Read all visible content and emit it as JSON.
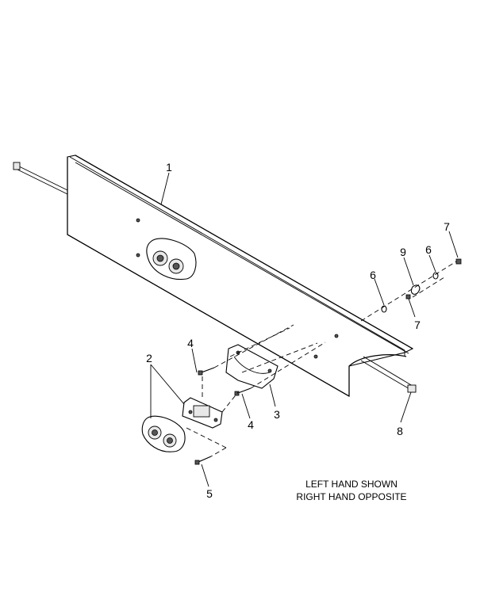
{
  "callouts": [
    {
      "id": "c1",
      "text": "1"
    },
    {
      "id": "c2",
      "text": "2"
    },
    {
      "id": "c3",
      "text": "3"
    },
    {
      "id": "c4a",
      "text": "4"
    },
    {
      "id": "c4b",
      "text": "4"
    },
    {
      "id": "c5",
      "text": "5"
    },
    {
      "id": "c6a",
      "text": "6"
    },
    {
      "id": "c6b",
      "text": "6"
    },
    {
      "id": "c7a",
      "text": "7"
    },
    {
      "id": "c7b",
      "text": "7"
    },
    {
      "id": "c8",
      "text": "8"
    },
    {
      "id": "c9",
      "text": "9"
    }
  ],
  "note": {
    "line1": "LEFT HAND SHOWN",
    "line2": "RIGHT HAND OPPOSITE"
  }
}
